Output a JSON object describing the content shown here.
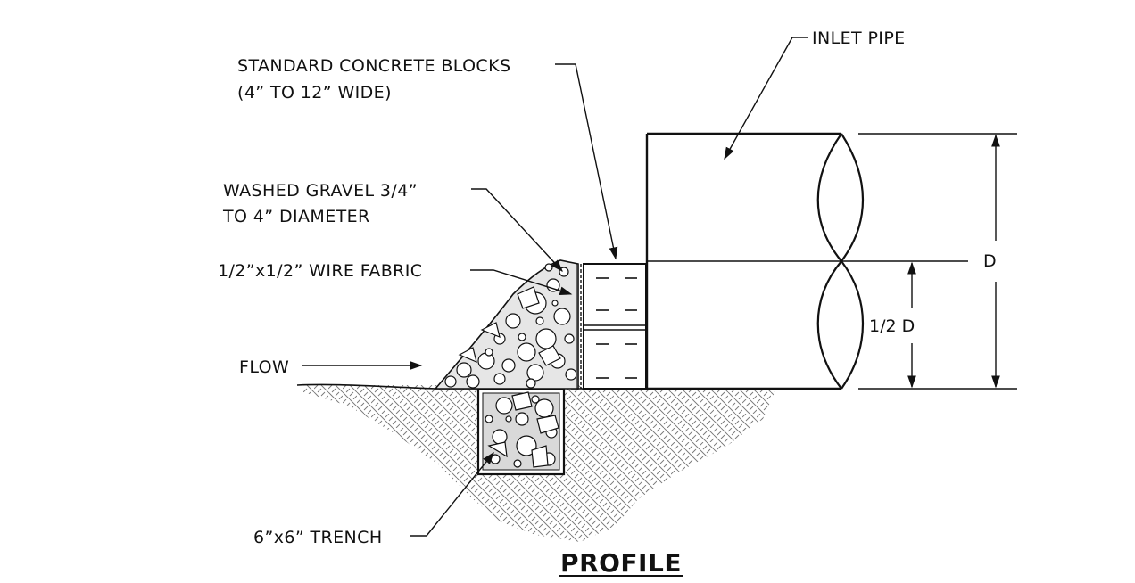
{
  "labels": {
    "inlet_pipe": "INLET PIPE",
    "concrete_blocks_line1": "STANDARD CONCRETE BLOCKS",
    "concrete_blocks_line2": "(4” TO 12” WIDE)",
    "gravel_line1": "WASHED GRAVEL 3/4”",
    "gravel_line2": "TO 4” DIAMETER",
    "wire_fabric": "1/2”x1/2” WIRE FABRIC",
    "flow": "FLOW",
    "trench": "6”x6” TRENCH"
  },
  "dimensions": {
    "full_diameter": "D",
    "half_diameter": "1/2 D"
  },
  "title": "PROFILE"
}
